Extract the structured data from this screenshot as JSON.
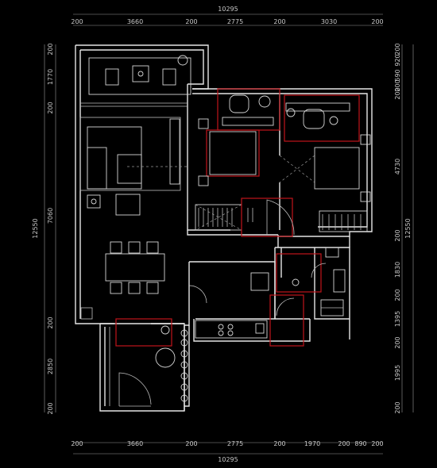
{
  "overall_width_label": "10295",
  "overall_height_label": "12550",
  "top_segments": [
    "200",
    "3660",
    "200",
    "2775",
    "200",
    "3030",
    "200"
  ],
  "bottom_segments": [
    "200",
    "3660",
    "200",
    "2775",
    "200",
    "1970",
    "200",
    "890",
    "200"
  ],
  "left_segments": [
    "200",
    "1770",
    "200",
    "7060",
    "200",
    "2850",
    "200"
  ],
  "right_segments": [
    "200",
    "920",
    "590",
    "200",
    "200",
    "4730",
    "200",
    "1830",
    "200",
    "1395",
    "200",
    "1995",
    "200"
  ],
  "colors": {
    "background": "#000000",
    "walls": "#e6e6e6",
    "highlight": "#c0141a"
  }
}
